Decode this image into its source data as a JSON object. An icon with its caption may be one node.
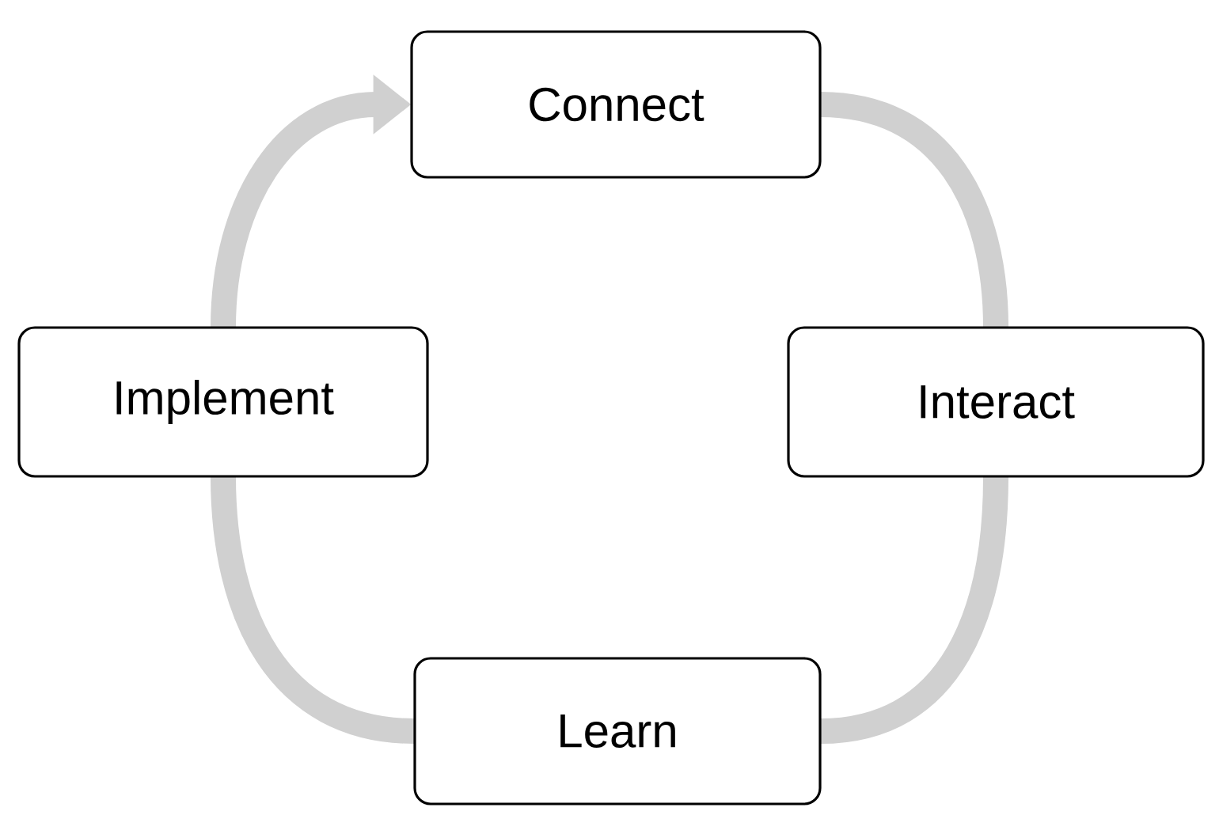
{
  "diagram": {
    "nodes": [
      {
        "text": [
          "Connect"
        ]
      },
      {
        "text": [
          "Interact"
        ]
      },
      {
        "text": [
          "Learn"
        ]
      },
      {
        "text": [
          "Implement"
        ]
      }
    ],
    "edges": [
      {
        "from": 0,
        "to": 1,
        "arrow": "none"
      },
      {
        "from": 1,
        "to": 2,
        "arrow": "none"
      },
      {
        "from": 2,
        "to": 3,
        "arrow": "none"
      },
      {
        "from": 3,
        "to": 0,
        "arrow": "to"
      }
    ]
  }
}
